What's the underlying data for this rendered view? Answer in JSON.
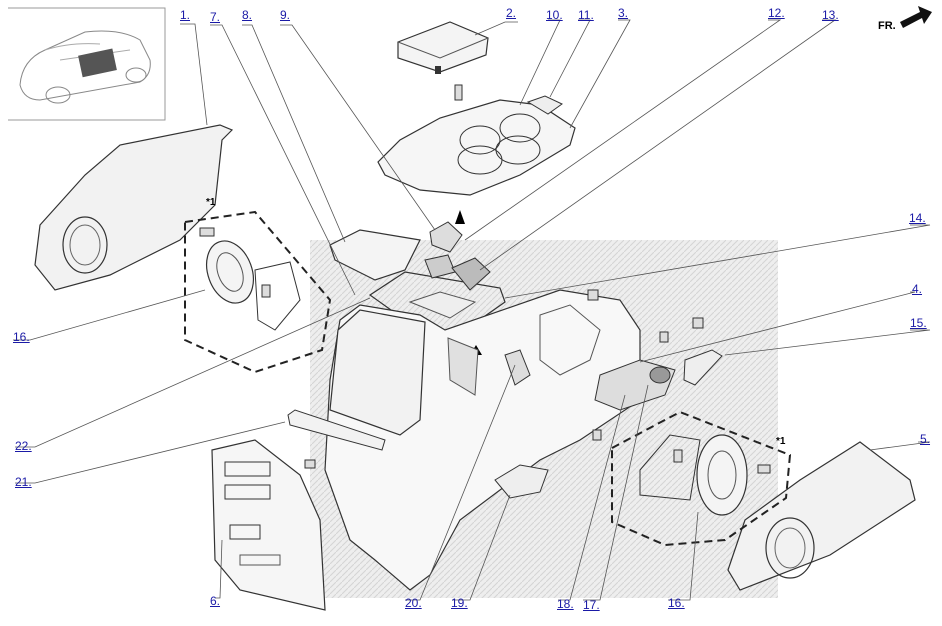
{
  "direction_label": "FR.",
  "group_note": "*1",
  "callouts": [
    "1.",
    "2.",
    "3.",
    "4.",
    "5.",
    "6.",
    "7.",
    "8.",
    "9.",
    "10.",
    "11.",
    "12.",
    "13.",
    "14.",
    "15.",
    "16.",
    "16.",
    "17.",
    "18.",
    "19.",
    "20.",
    "21.",
    "22."
  ],
  "colors": {
    "callout": "#1a1aa6",
    "line": "#333333",
    "leader": "#555555",
    "shade": "#e6e6e6"
  }
}
